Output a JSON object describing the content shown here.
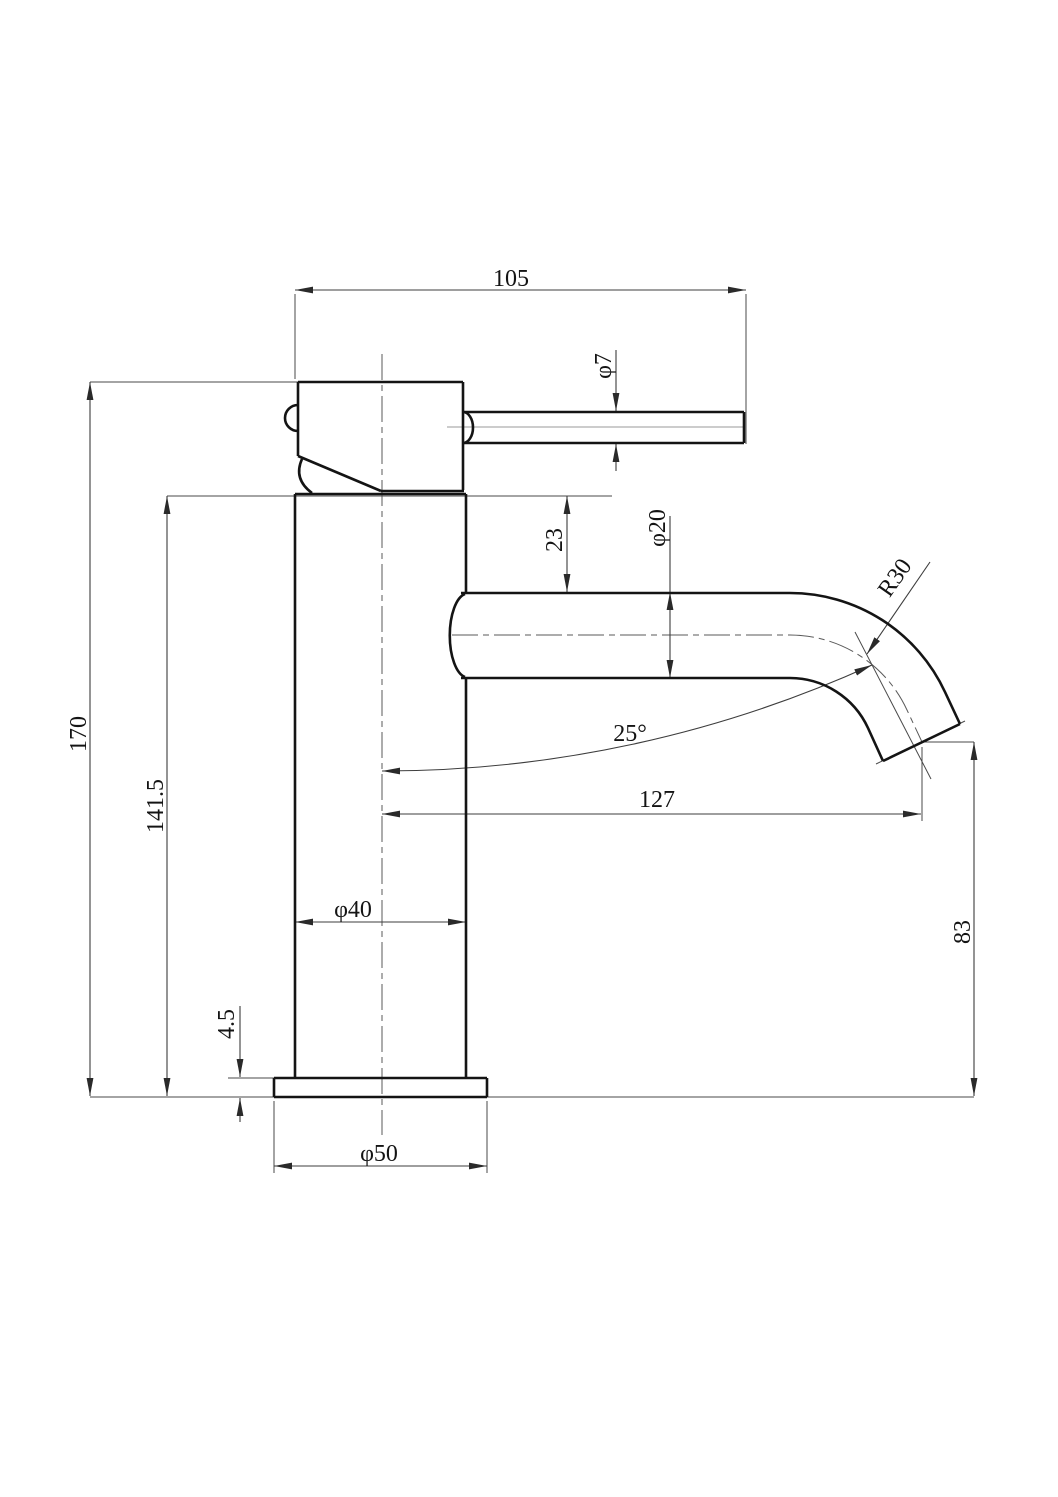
{
  "drawing": {
    "object": "single-lever basin mixer faucet",
    "view": "side elevation technical drawing",
    "units": "mm",
    "colors": {
      "background": "#ffffff",
      "outline": "#141414",
      "dimension_lines": "#3d3d3d",
      "centerlines": "#5a5a5a"
    },
    "dimensions": {
      "handle_reach": "105",
      "lever_diameter": "φ7",
      "spout_top_offset": "23",
      "spout_diameter": "φ20",
      "bend_radius": "R30",
      "outlet_angle": "25°",
      "spout_reach": "127",
      "overall_height": "170",
      "body_height": "141.5",
      "outlet_height": "83",
      "body_diameter": "φ40",
      "base_thickness": "4.5",
      "base_diameter": "φ50"
    }
  }
}
